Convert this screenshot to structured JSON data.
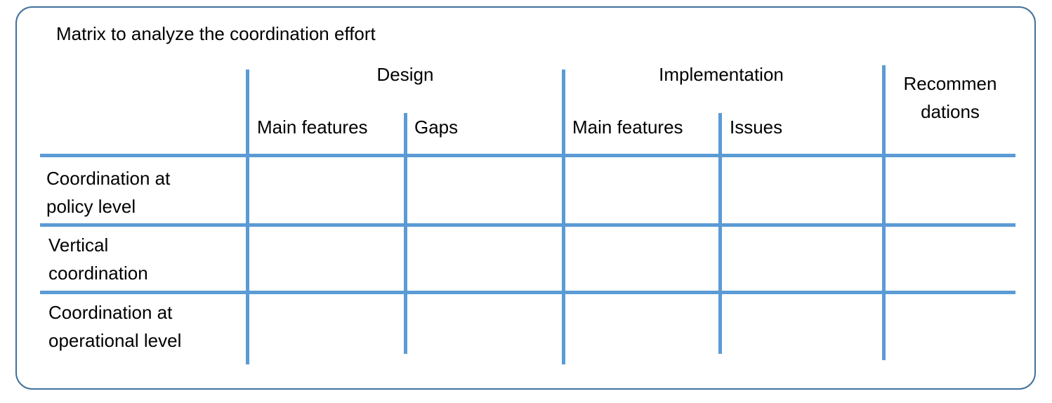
{
  "title": "Matrix to analyze the coordination effort",
  "columns": {
    "design": {
      "label": "Design",
      "subcolumns": [
        "Main features",
        "Gaps"
      ]
    },
    "implementation": {
      "label": "Implementation",
      "subcolumns": [
        "Main features",
        "Issues"
      ]
    },
    "recommendations": {
      "line1": "Recommen",
      "line2": "dations"
    }
  },
  "rows": [
    {
      "line1": "Coordination at",
      "line2": "policy level"
    },
    {
      "line1": "Vertical",
      "line2": "coordination"
    },
    {
      "line1": "Coordination at",
      "line2": "operational level"
    }
  ],
  "colors": {
    "frame": "#41719c",
    "lines": "#5b9bd5"
  }
}
